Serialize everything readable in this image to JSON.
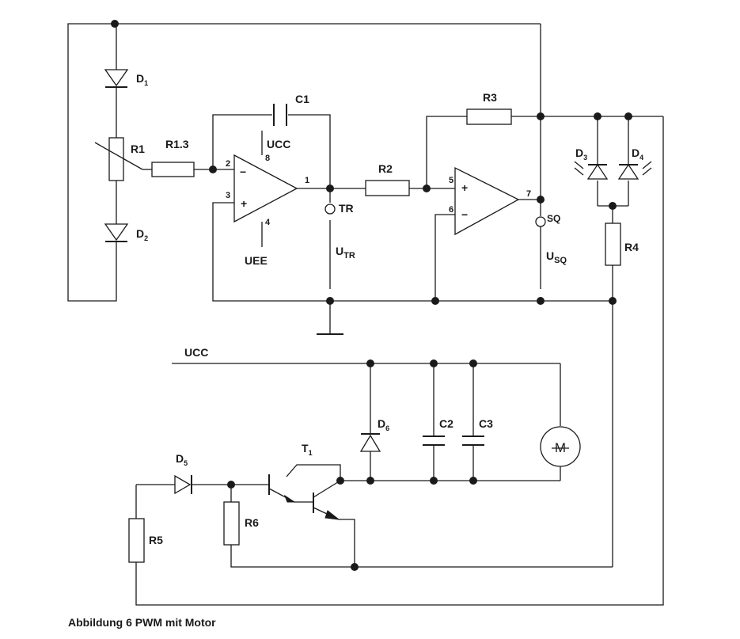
{
  "labels": {
    "d1": "D",
    "d1_sub": "1",
    "d2": "D",
    "d2_sub": "2",
    "d3": "D",
    "d3_sub": "3",
    "d4": "D",
    "d4_sub": "4",
    "d5": "D",
    "d5_sub": "5",
    "d6": "D",
    "d6_sub": "6",
    "r1": "R1",
    "r13": "R1.3",
    "c1": "C1",
    "ucc_top": "UCC",
    "uee": "UEE",
    "r2": "R2",
    "r3": "R3",
    "r4": "R4",
    "r5": "R5",
    "r6": "R6",
    "tr": "TR",
    "utr": "U",
    "utr_sub": "TR",
    "sq": "SQ",
    "usq": "U",
    "usq_sub": "SQ",
    "ucc_bottom": "UCC",
    "c2": "C2",
    "c3": "C3",
    "t1": "T",
    "t1_sub": "1",
    "motor": "M",
    "minus1": "−",
    "plus1": "+",
    "plus2": "+",
    "minus2": "−",
    "pin1": "1",
    "pin2": "2",
    "pin3": "3",
    "pin4": "4",
    "pin8": "8",
    "pin5": "5",
    "pin6": "6",
    "pin7": "7"
  },
  "caption": "Abbildung 6 PWM mit Motor"
}
